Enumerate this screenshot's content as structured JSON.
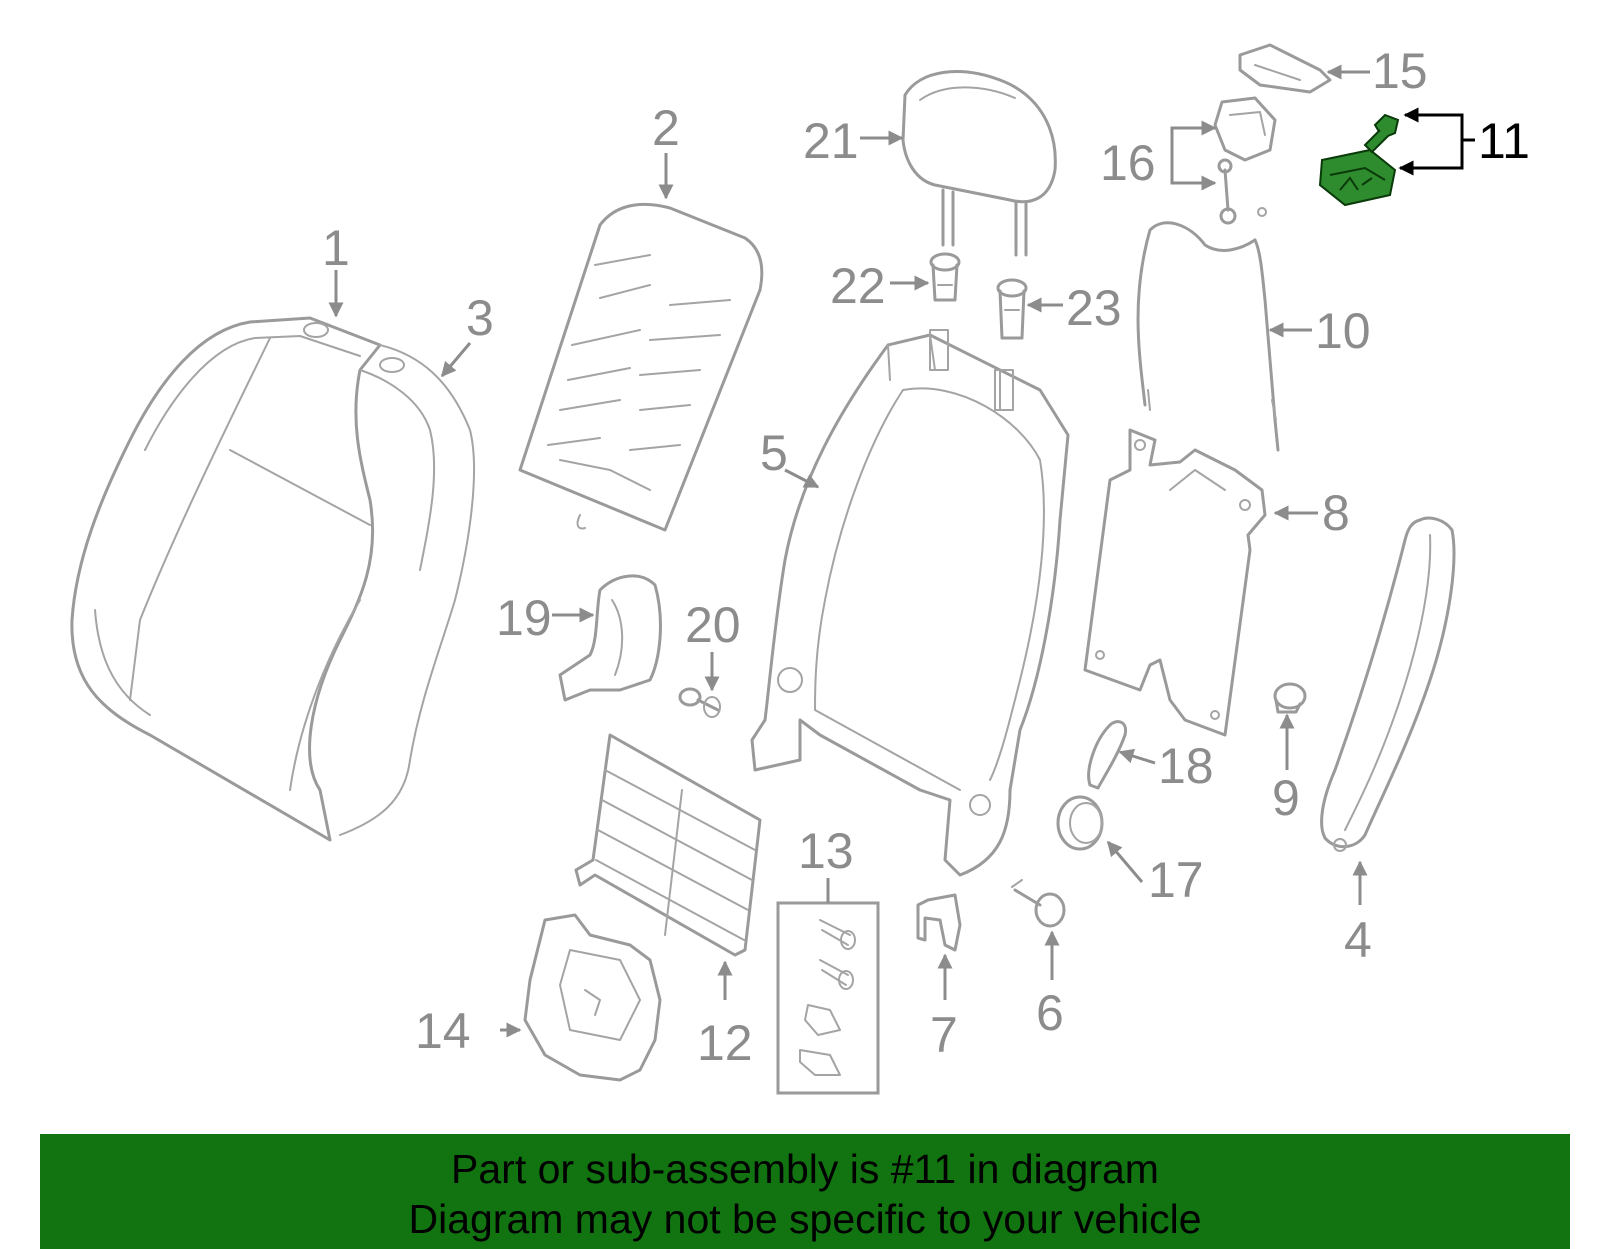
{
  "callouts": [
    {
      "id": "1",
      "label": "1"
    },
    {
      "id": "2",
      "label": "2"
    },
    {
      "id": "3",
      "label": "3"
    },
    {
      "id": "4",
      "label": "4"
    },
    {
      "id": "5",
      "label": "5"
    },
    {
      "id": "6",
      "label": "6"
    },
    {
      "id": "7",
      "label": "7"
    },
    {
      "id": "8",
      "label": "8"
    },
    {
      "id": "9",
      "label": "9"
    },
    {
      "id": "10",
      "label": "10"
    },
    {
      "id": "11",
      "label": "11"
    },
    {
      "id": "12",
      "label": "12"
    },
    {
      "id": "13",
      "label": "13"
    },
    {
      "id": "14",
      "label": "14"
    },
    {
      "id": "15",
      "label": "15"
    },
    {
      "id": "16",
      "label": "16"
    },
    {
      "id": "17",
      "label": "17"
    },
    {
      "id": "18",
      "label": "18"
    },
    {
      "id": "19",
      "label": "19"
    },
    {
      "id": "20",
      "label": "20"
    },
    {
      "id": "21",
      "label": "21"
    },
    {
      "id": "22",
      "label": "22"
    },
    {
      "id": "23",
      "label": "23"
    }
  ],
  "highlighted_part": "11",
  "colors": {
    "part_stroke": "#9a9a9a",
    "callout_text": "#8c8c8c",
    "highlight_part": "#2e8b2e",
    "banner_background": "#117411",
    "banner_text": "#000000"
  },
  "banner": {
    "line1": "Part or sub-assembly is #11 in diagram",
    "line2": "Diagram may not be specific to your vehicle"
  }
}
